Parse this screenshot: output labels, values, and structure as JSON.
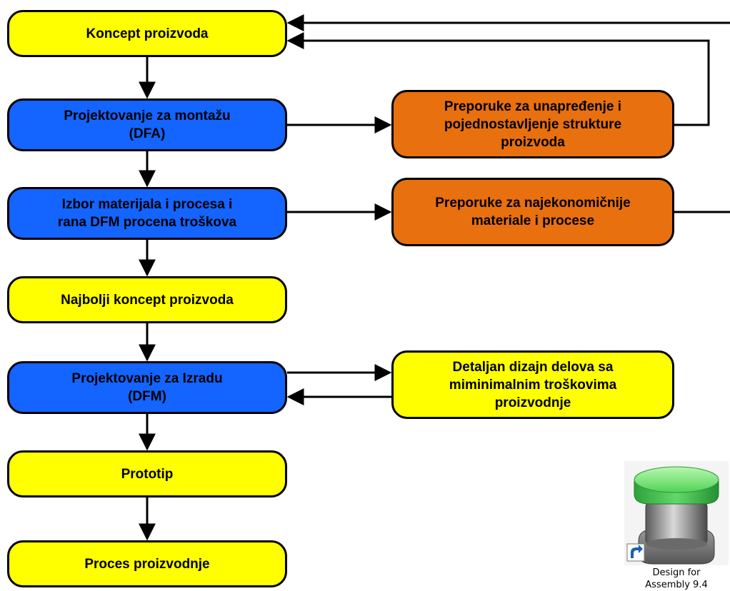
{
  "colors": {
    "yellow": "#ffff00",
    "blue": "#1464ff",
    "orange": "#e8700e",
    "line": "#000000"
  },
  "boxes": {
    "koncept": "Koncept proizvoda",
    "dfa": "Projektovanje za montažu\n(DFA)",
    "izbor": "Izbor materijala i procesa i\nrana DFM procena troškova",
    "najbolji": "Najbolji koncept proizvoda",
    "dfm": "Projektovanje za Izradu\n(DFM)",
    "prototip": "Prototip",
    "proces": "Proces proizvodnje",
    "prep1": "Preporuke za unapređenje i\npojednostavljenje strukture\nproizvoda",
    "prep2": "Preporuke za najekonomičnije\nmateriale i procese",
    "detaljan": "Detaljan dizajn delova sa\nmiminimalnim troškovima\nproizvodnje"
  },
  "shortcut": {
    "icon": "design-for-assembly-button-icon",
    "overlay_icon": "shortcut-arrow-icon",
    "label": "Design for\nAssembly 9.4"
  }
}
